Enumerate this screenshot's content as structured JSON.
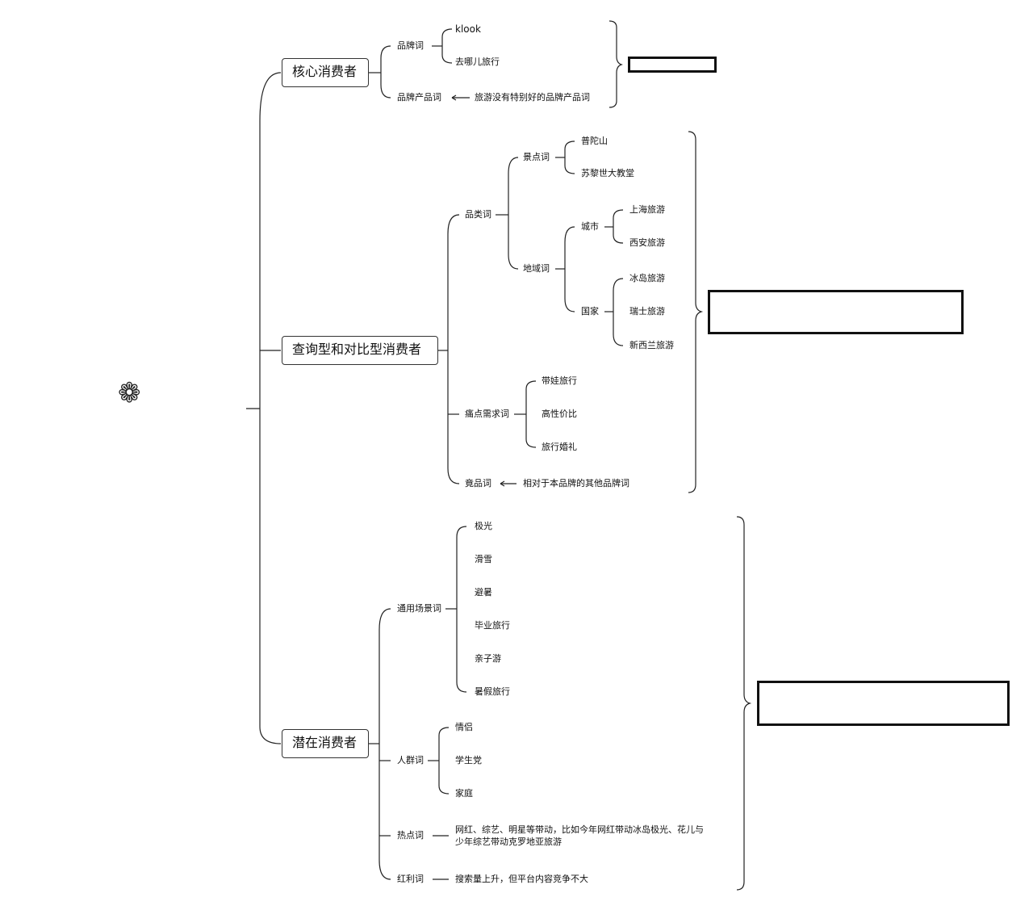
{
  "root": {
    "label": "",
    "icon": "flower-icon"
  },
  "branches": {
    "core": {
      "label": "核心消费者",
      "brand": {
        "label": "品牌词",
        "items": [
          "klook",
          "去哪儿旅行"
        ]
      },
      "brand_product": {
        "label": "品牌产品词",
        "desc": "旅游没有特别好的品牌产品词"
      },
      "note": ""
    },
    "query": {
      "label": "查询型和对比型消费者",
      "category": {
        "label": "品类词",
        "scenic": {
          "label": "景点词",
          "items": [
            "普陀山",
            "苏黎世大教堂"
          ]
        },
        "region": {
          "label": "地域词",
          "city": {
            "label": "城市",
            "items": [
              "上海旅游",
              "西安旅游"
            ]
          },
          "country": {
            "label": "国家",
            "items": [
              "冰岛旅游",
              "瑞士旅游",
              "新西兰旅游"
            ]
          }
        }
      },
      "pain": {
        "label": "痛点需求词",
        "items": [
          "带娃旅行",
          "高性价比",
          "旅行婚礼"
        ]
      },
      "competitor": {
        "label": "竟品词",
        "desc": "相对于本品牌的其他品牌词"
      },
      "note_lines": [
        "",
        "",
        ""
      ]
    },
    "potential": {
      "label": "潜在消费者",
      "scene": {
        "label": "通用场景词",
        "items": [
          "极光",
          "滑雪",
          "避暑",
          "毕业旅行",
          "亲子游",
          "暑假旅行"
        ]
      },
      "crowd": {
        "label": "人群词",
        "items": [
          "情侣",
          "学生党",
          "家庭"
        ]
      },
      "hot": {
        "label": "热点词",
        "desc_lines": [
          "网红、综艺、明星等带动，比如今年网红带动冰岛极光、花儿与",
          "少年综艺带动克罗地亚旅游"
        ]
      },
      "bonus": {
        "label": "红利词",
        "desc": "搜索量上升，但平台内容竞争不大"
      },
      "note_lines": [
        "",
        "",
        ""
      ]
    }
  }
}
